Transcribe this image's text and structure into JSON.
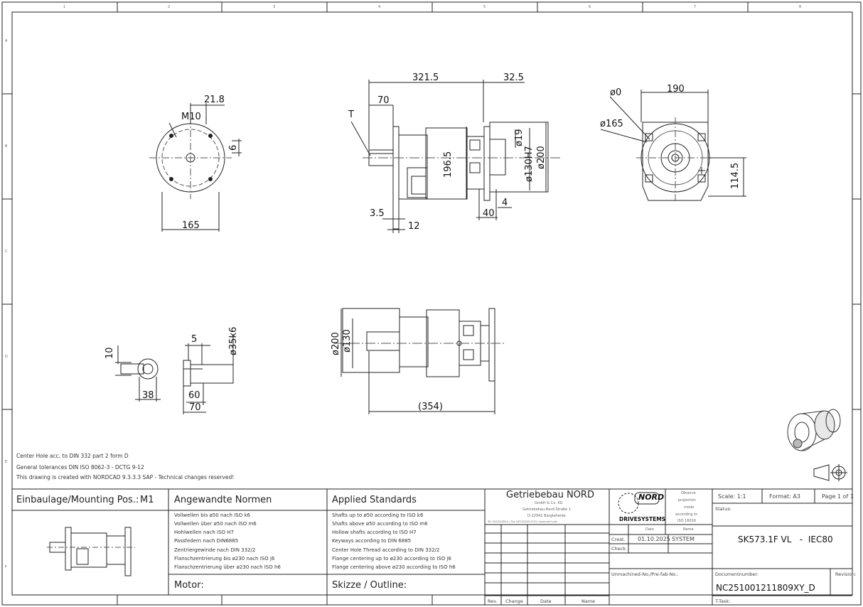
{
  "frame": {
    "columns": [
      "1",
      "2",
      "3",
      "4",
      "5",
      "6",
      "7",
      "8"
    ],
    "rows": [
      "A",
      "B",
      "C",
      "D",
      "E",
      "F"
    ]
  },
  "dims": {
    "d21_8": "21.8",
    "m10": "M10",
    "d6": "6",
    "d165a": "165",
    "d321_5": "321.5",
    "d32_5": "32.5",
    "d70a": "70",
    "t": "T",
    "d196_5": "196.5",
    "d19": "ø19",
    "d130h7": "ø130H7",
    "d200a": "ø200",
    "d3_5": "3.5",
    "d12": "12",
    "d40": "40",
    "d4": "4",
    "d0": "ø0",
    "d190": "190",
    "d165b": "ø165",
    "d114_5": "114.5",
    "d10": "10",
    "d5": "5",
    "d35k6": "ø35k6",
    "d38": "38",
    "d60": "60",
    "d70b": "70",
    "d200b": "ø200",
    "d130": "ø130",
    "d354": "(354)"
  },
  "notes": [
    "Center Hole acc. to DIN 332 part 2 form D",
    "General tolerances DIN ISO 8062-3 - DCTG 9-12",
    "This drawing is created with NORDCAD 9.3.3.3 SAP    -  Technical changes reserved!"
  ],
  "title_block": {
    "mounting_label": "Einbaulage/Mounting Pos.:",
    "mounting_value": "M1",
    "norms_title": "Angewandte Normen",
    "norms": [
      "Vollwellen bis ø50 nach ISO k6",
      "Vollwellen über ø50 nach ISO m6",
      "Hohlwellen nach ISO H7",
      "Passfedern nach DIN6885",
      "Zentriergewinde nach DIN 332/2",
      "Flanschzentrierung bis ø230 nach ISO j6",
      "Flanschzentrierung über ø230 nach ISO h6"
    ],
    "motor_label": "Motor:",
    "standards_title": "Applied Standards",
    "standards": [
      "Shafts up to ø50 according to ISO k6",
      "Shafts above ø50 according to ISO m6",
      "Hollow shafts according to ISO H7",
      "Keyways according to DIN 6885",
      "Center Hole Thread according to DIN 332/2",
      "Flange centering up to ø230 according to ISO j6",
      "Flange centering above ø230 according to ISO h6"
    ],
    "sketch_label": "Skizze / Outline:",
    "company": "Getriebebau NORD",
    "company_lines": [
      "GmbH & Co. KG",
      "Getriebebau-Nord-Straße 1",
      "D-22941 Bargteheide",
      "Tel. 04532/289-0 / Fax 04532/289-2253 / www.nord.com"
    ],
    "logo_text": "NORD",
    "logo_sub": "DRIVESYSTEMS",
    "observe": [
      "Observe",
      "projection",
      "mode",
      "according to",
      "ISO 16016"
    ],
    "date_label": "Date",
    "name_label": "Name",
    "creat_label": "Creat.",
    "creat_date": "01.10.2025",
    "creat_name": "SYSTEM",
    "check_label": "Check.",
    "scale": "Scale: 1:1",
    "format": "Format: A3",
    "page": "Page 1 of 1",
    "status_label": "Status:",
    "product": "SK573.1F VL   -  IEC80",
    "unmachined_label": "Unmachined-No./Pre-fab-No.:",
    "docnum_label": "Documentnumber:",
    "docnum": "NC251001211809XY_D",
    "revision_label": "Revision:",
    "rev_cols": [
      "Rev.",
      "Change",
      "Date",
      "Name"
    ],
    "t_task_label": "T-Task:"
  }
}
